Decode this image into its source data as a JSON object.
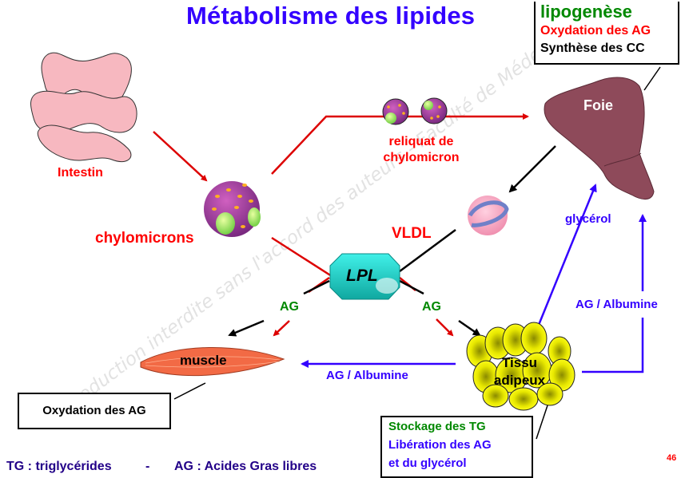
{
  "title": "Métabolisme des lipides",
  "liver_box": {
    "lines": [
      {
        "text": "lipogenèse",
        "color": "#008800"
      },
      {
        "text": "Oxydation des AG",
        "color": "#ff0000"
      },
      {
        "text": "Synthèse des CC",
        "color": "#000000"
      }
    ]
  },
  "nodes": {
    "intestin": {
      "label": "Intestin",
      "icon": "intestine-icon"
    },
    "chylomicrons": {
      "label": "chylomicrons",
      "icon": "chylomicron-icon"
    },
    "remnant": {
      "label_line1": "reliquat de",
      "label_line2": "chylomicron",
      "icon": "chylomicron-remnant-icon"
    },
    "foie": {
      "label": "Foie",
      "icon": "liver-icon"
    },
    "vldl": {
      "label": "VLDL",
      "icon": "vldl-icon"
    },
    "lpl": {
      "label": "LPL",
      "icon": "enzyme-octagon-icon"
    },
    "muscle": {
      "label": "muscle",
      "icon": "muscle-icon"
    },
    "tissu_adipeux": {
      "label_line1": "Tissu",
      "label_line2": "adipeux",
      "icon": "adipose-cells-icon"
    }
  },
  "edge_labels": {
    "ag_left": "AG",
    "ag_right": "AG",
    "ag_albumine_muscle": "AG / Albumine",
    "ag_albumine_liver": "AG / Albumine",
    "glycerol": "glycérol"
  },
  "muscle_box": {
    "text": "Oxydation des AG"
  },
  "adipose_box": {
    "line1": "Stockage des TG",
    "line2": "Libération des AG",
    "line3": "et du glycérol"
  },
  "legend": {
    "tg": "TG : triglycérides",
    "separator": "-",
    "ag": "AG : Acides Gras libres"
  },
  "page_number": "46",
  "watermark": "Reproduction interdite  sans l'accord des auteurs - Faculté de Médecine - U",
  "colors": {
    "title": "#3300ff",
    "red_path": "#dd0000",
    "blue_path": "#3300ff",
    "black_path": "#000000",
    "green_label": "#008800",
    "liver": "#8e4a5a",
    "lpl": "#1ec8c0",
    "muscle": "#f26a45",
    "adipose": "#f5f500"
  }
}
